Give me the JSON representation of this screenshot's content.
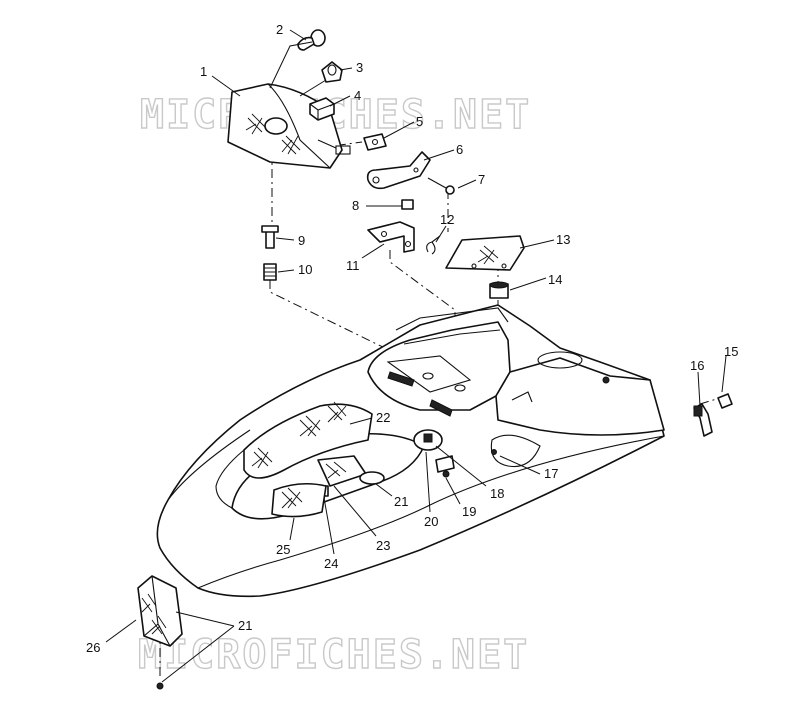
{
  "watermark": "MICROFICHES.NET",
  "callouts": [
    {
      "id": "1",
      "label": "1"
    },
    {
      "id": "2",
      "label": "2"
    },
    {
      "id": "3",
      "label": "3"
    },
    {
      "id": "4",
      "label": "4"
    },
    {
      "id": "5",
      "label": "5"
    },
    {
      "id": "6",
      "label": "6"
    },
    {
      "id": "7",
      "label": "7"
    },
    {
      "id": "8",
      "label": "8"
    },
    {
      "id": "9",
      "label": "9"
    },
    {
      "id": "10",
      "label": "10"
    },
    {
      "id": "11",
      "label": "11"
    },
    {
      "id": "12",
      "label": "12"
    },
    {
      "id": "13",
      "label": "13"
    },
    {
      "id": "14",
      "label": "14"
    },
    {
      "id": "15",
      "label": "15"
    },
    {
      "id": "16",
      "label": "16"
    },
    {
      "id": "17",
      "label": "17"
    },
    {
      "id": "18",
      "label": "18"
    },
    {
      "id": "19",
      "label": "19"
    },
    {
      "id": "20",
      "label": "20"
    },
    {
      "id": "21a",
      "label": "21"
    },
    {
      "id": "21b",
      "label": "21"
    },
    {
      "id": "22",
      "label": "22"
    },
    {
      "id": "23",
      "label": "23"
    },
    {
      "id": "24",
      "label": "24"
    },
    {
      "id": "25",
      "label": "25"
    },
    {
      "id": "26",
      "label": "26"
    }
  ]
}
